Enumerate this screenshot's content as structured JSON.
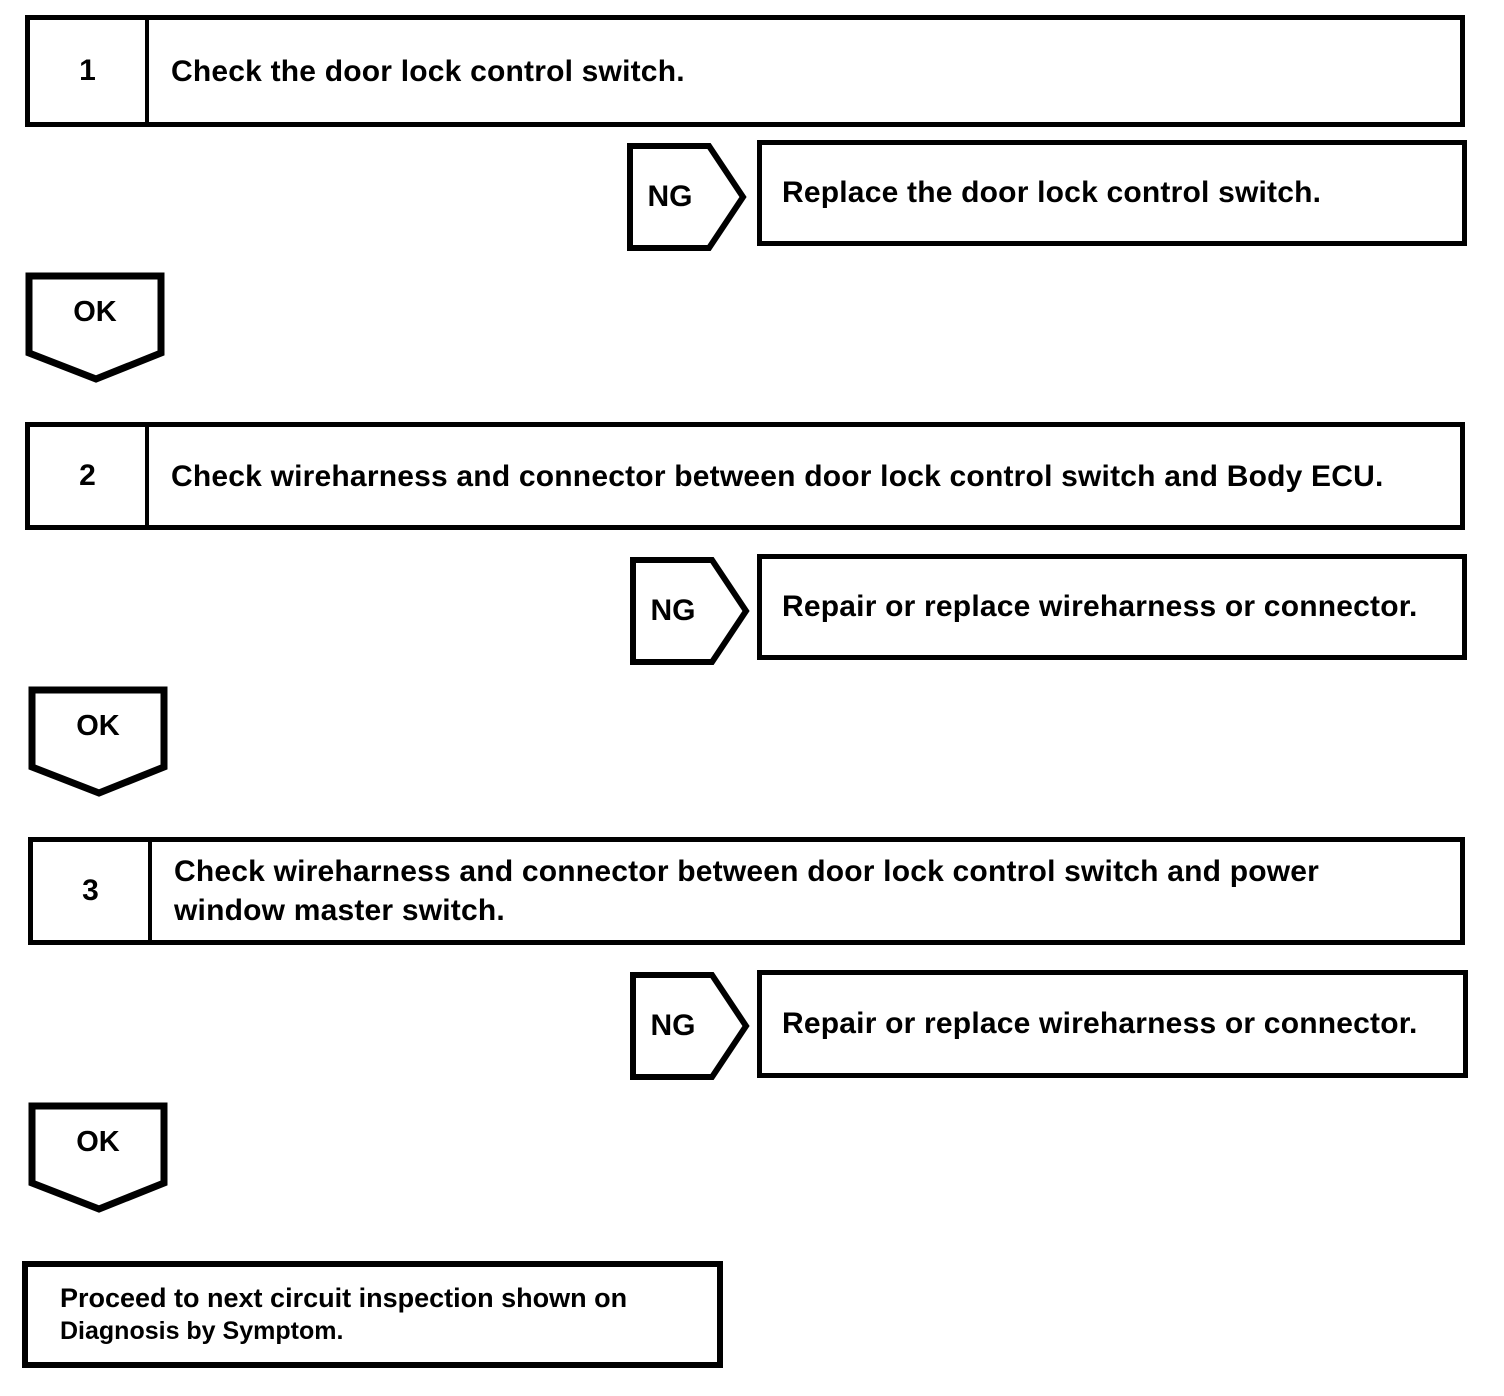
{
  "colors": {
    "ink": "#000000",
    "paper": "#ffffff"
  },
  "steps": [
    {
      "number": "1",
      "instruction": "Check the door lock control switch.",
      "ng_label": "NG",
      "ng_action": "Replace the door lock control switch.",
      "ok_label": "OK"
    },
    {
      "number": "2",
      "instruction": "Check wireharness and connector between door lock control switch and Body ECU.",
      "ng_label": "NG",
      "ng_action": "Repair or replace wireharness or connector.",
      "ok_label": "OK"
    },
    {
      "number": "3",
      "instruction": "Check wireharness and connector between door lock control switch and power window master switch.",
      "ng_label": "NG",
      "ng_action": "Repair or replace wireharness or connector.",
      "ok_label": "OK"
    }
  ],
  "final": {
    "line1": "Proceed to next circuit inspection shown on",
    "line2": "Diagnosis by Symptom."
  }
}
